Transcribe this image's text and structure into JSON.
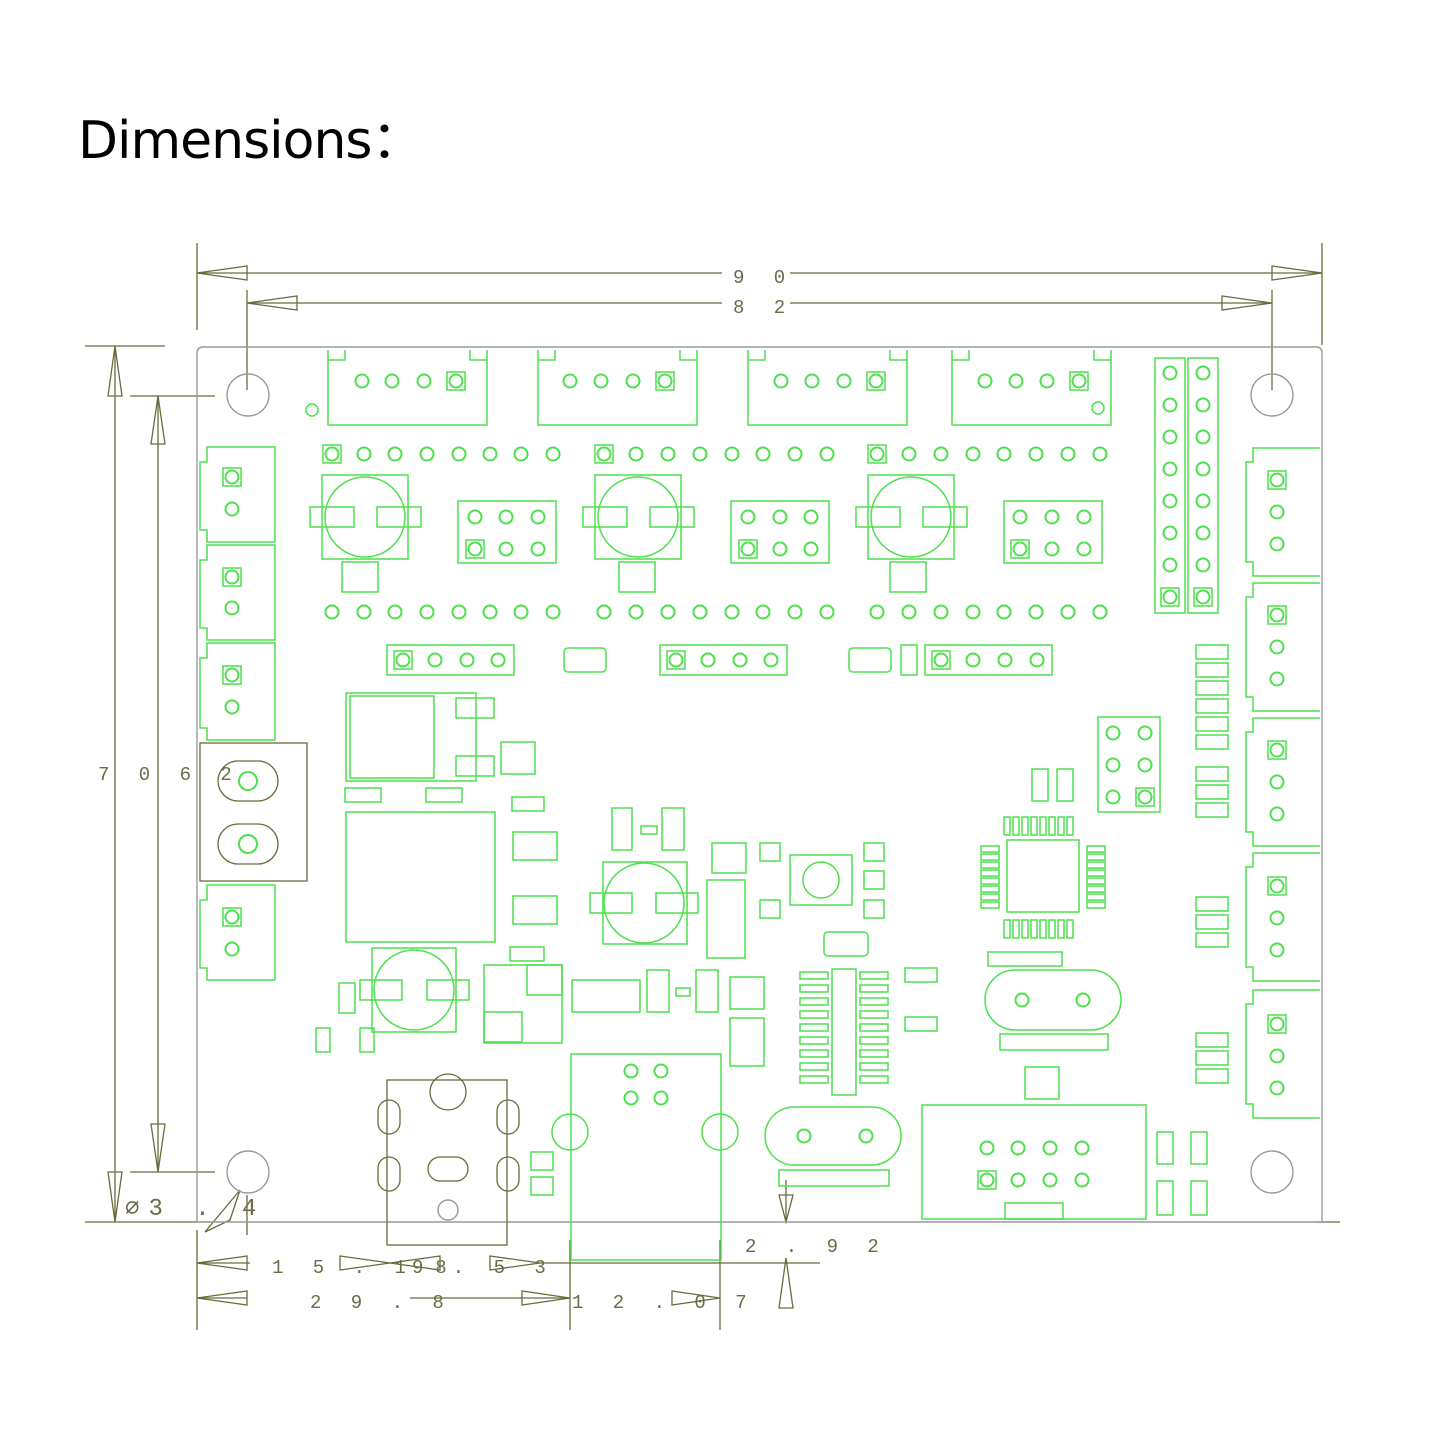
{
  "title": "Dimensions：",
  "dimensions": {
    "total_width": "9 0",
    "hole_span_width": "8 2",
    "height": "7 0 6 2",
    "hole_diameter": "∅3 . 4",
    "offset_15": "1 5 . 1 8",
    "offset_9": "9 . 5 3",
    "offset_29": "2 9 . 8",
    "offset_12": "1 2 . 0 7",
    "offset_2": "2 . 9 2"
  },
  "colors": {
    "pcb_outline": "#9a9a9a",
    "components": "#4ce04c",
    "dimension_lines": "#6b6b3a"
  }
}
